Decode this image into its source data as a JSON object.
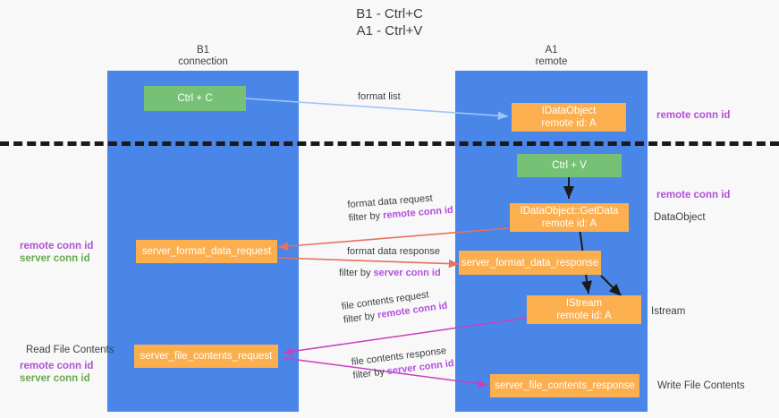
{
  "title": {
    "line1": "B1 - Ctrl+C",
    "line2": "A1 - Ctrl+V"
  },
  "columns": [
    {
      "name": "B1",
      "sub": "connection"
    },
    {
      "name": "A1",
      "sub": "remote"
    }
  ],
  "nodes": {
    "ctrl_c": {
      "label": "Ctrl + C"
    },
    "idataobject": {
      "line1": "IDataObject",
      "line2": "remote id: A"
    },
    "ctrl_v": {
      "label": "Ctrl + V"
    },
    "getdata": {
      "line1": "IDataObject::GetData",
      "line2": "remote id: A"
    },
    "server_format_data_request": {
      "label": "server_format_data_request"
    },
    "server_format_data_response": {
      "label": "server_format_data_response"
    },
    "istream": {
      "line1": "IStream",
      "line2": "remote id: A"
    },
    "server_file_contents_request": {
      "label": "server_file_contents_request"
    },
    "server_file_contents_response": {
      "label": "server_file_contents_response"
    }
  },
  "edges": {
    "format_list": "format list",
    "format_data_request": "format data request",
    "format_data_request_filter_prefix": "filter by ",
    "format_data_request_filter_value": "remote conn id",
    "format_data_response": "format data response",
    "format_data_response_filter_prefix": "filter by ",
    "format_data_response_filter_value": "server conn id",
    "file_contents_request": "file contents request",
    "file_contents_request_filter_prefix": "filter by ",
    "file_contents_request_filter_value": "remote conn id",
    "file_contents_response": "file contents response",
    "file_contents_response_filter_prefix": "filter by ",
    "file_contents_response_filter_value": "server conn id"
  },
  "annotations": {
    "right_remote_conn_id_top": "remote conn id",
    "right_remote_conn_id_mid": "remote conn id",
    "right_dataobject": "DataObject",
    "right_istream": "Istream",
    "right_write_file_contents": "Write File Contents",
    "left_remote_conn_id_mid": "remote conn id",
    "left_server_conn_id_mid": "server conn id",
    "left_read_file_contents": "Read File Contents",
    "left_remote_conn_id_bottom": "remote conn id",
    "left_server_conn_id_bottom": "server conn id"
  },
  "colors": {
    "lane": "#4a86e8",
    "green_node": "#76c176",
    "orange_node": "#fbaf4f",
    "purple_accent": "#b14fd8",
    "green_accent": "#6aa84f",
    "red_arrow": "#e8705f",
    "magenta_arrow": "#c93fc0",
    "blue_arrow": "#9fc5f8",
    "black_arrow": "#1a1a1a",
    "background": "#f8f8f8"
  }
}
